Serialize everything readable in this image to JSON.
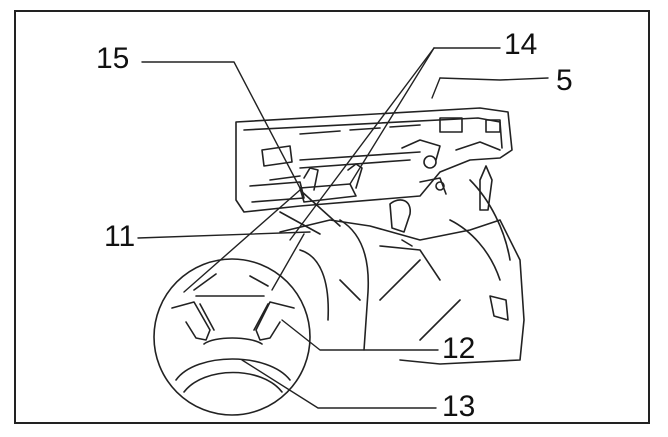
{
  "callouts": {
    "c15": "15",
    "c14": "14",
    "c5": "5",
    "c11": "11",
    "c12": "12",
    "c13": "13"
  },
  "colors": {
    "ink": "#222222",
    "fill": "#ffffff"
  }
}
